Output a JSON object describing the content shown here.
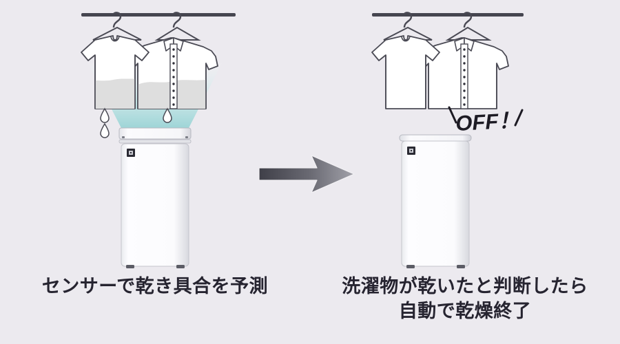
{
  "background_color": "#eceaef",
  "scene": {
    "type": "product-illustration",
    "panels": [
      {
        "id": "before",
        "caption": "センサーで乾き具合を予測",
        "state_label": "drying",
        "appliance": {
          "name": "clothes-dryer",
          "brand_badge": "sharp-logo-badge",
          "lid": "open",
          "body_color": "#fefeff",
          "edge_color": "#c8c9cf",
          "airflow": {
            "visible": true,
            "shape": "cone",
            "color_bottom": "#a8d9da",
            "color_top": "#f2f6f7"
          }
        },
        "laundry": {
          "rail_color": "#45454f",
          "items": [
            {
              "name": "t-shirt",
              "wet": true
            },
            {
              "name": "dress-shirt",
              "wet": true,
              "buttons": 10
            }
          ],
          "wet_patch_color": "#dcdcdc",
          "water_drops": 3
        }
      },
      {
        "id": "after",
        "caption_lines": [
          "洗濯物が乾いたと判断したら",
          "自動で乾燥終了"
        ],
        "state_label": "off",
        "off_badge": {
          "text": "OFF！",
          "slash_left": "\\",
          "slash_right": "/",
          "color": "#1d1b24"
        },
        "appliance": {
          "name": "clothes-dryer",
          "brand_badge": "sharp-logo-badge",
          "lid": "closed",
          "body_color": "#fefeff",
          "edge_color": "#c8c9cf",
          "airflow": {
            "visible": false
          }
        },
        "laundry": {
          "rail_color": "#45454f",
          "items": [
            {
              "name": "t-shirt",
              "wet": false
            },
            {
              "name": "dress-shirt",
              "wet": false,
              "buttons": 10
            }
          ],
          "water_drops": 0
        }
      }
    ],
    "arrow": {
      "name": "transition-arrow",
      "direction": "right",
      "color_start": "#4c4c55",
      "color_end": "#9a9aa2"
    }
  },
  "text": {
    "caption_left": "センサーで乾き具合を予測",
    "caption_right_line1": "洗濯物が乾いたと判断したら",
    "caption_right_line2": "自動で乾燥終了",
    "off_label": "OFF！"
  }
}
